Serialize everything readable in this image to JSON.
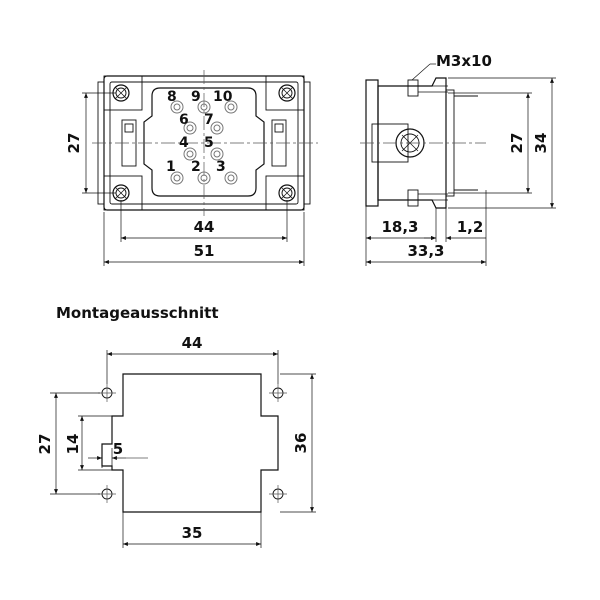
{
  "front_view": {
    "pins": [
      {
        "label": "8"
      },
      {
        "label": "9"
      },
      {
        "label": "10"
      },
      {
        "label": "6"
      },
      {
        "label": "7"
      },
      {
        "label": "4"
      },
      {
        "label": "5"
      },
      {
        "label": "1"
      },
      {
        "label": "2"
      },
      {
        "label": "3"
      }
    ],
    "dims": {
      "height": "27",
      "inner_width": "44",
      "outer_width": "51"
    }
  },
  "side_view": {
    "screw_label": "M3x10",
    "dims": {
      "inner_height": "27",
      "outer_height": "34",
      "left_depth": "18,3",
      "right_depth": "1,2",
      "total_depth": "33,3"
    }
  },
  "cutout": {
    "heading": "Montageausschnitt",
    "dims": {
      "top_width": "44",
      "left_height": "27",
      "slot_height": "14",
      "slot_depth": "5",
      "right_height": "36",
      "bottom_width": "35"
    }
  }
}
